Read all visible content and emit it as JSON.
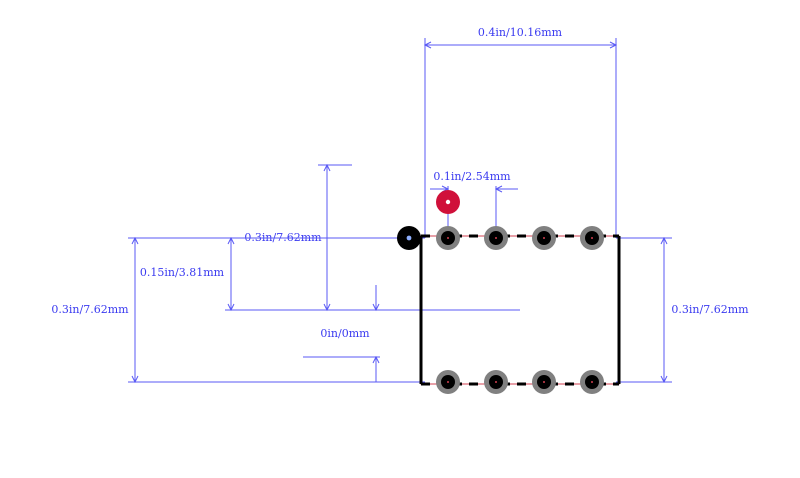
{
  "colors": {
    "dimension": "#5a5af5",
    "dimension_text": "#3a3af0",
    "outline": "#000000",
    "pad_ring": "#808080",
    "pad_hole": "#000000",
    "pin1_marker": "#d0103a",
    "pin1_pad": "#000000",
    "copper_trace": "#d04050"
  },
  "dimensions": {
    "overall_width": "0.4in/10.16mm",
    "pitch": "0.1in/2.54mm",
    "top_offset": "0.3in/7.62mm",
    "half_span": "0.15in/3.81mm",
    "left_span": "0.3in/7.62mm",
    "right_span": "0.3in/7.62mm",
    "origin": "0in/0mm"
  }
}
